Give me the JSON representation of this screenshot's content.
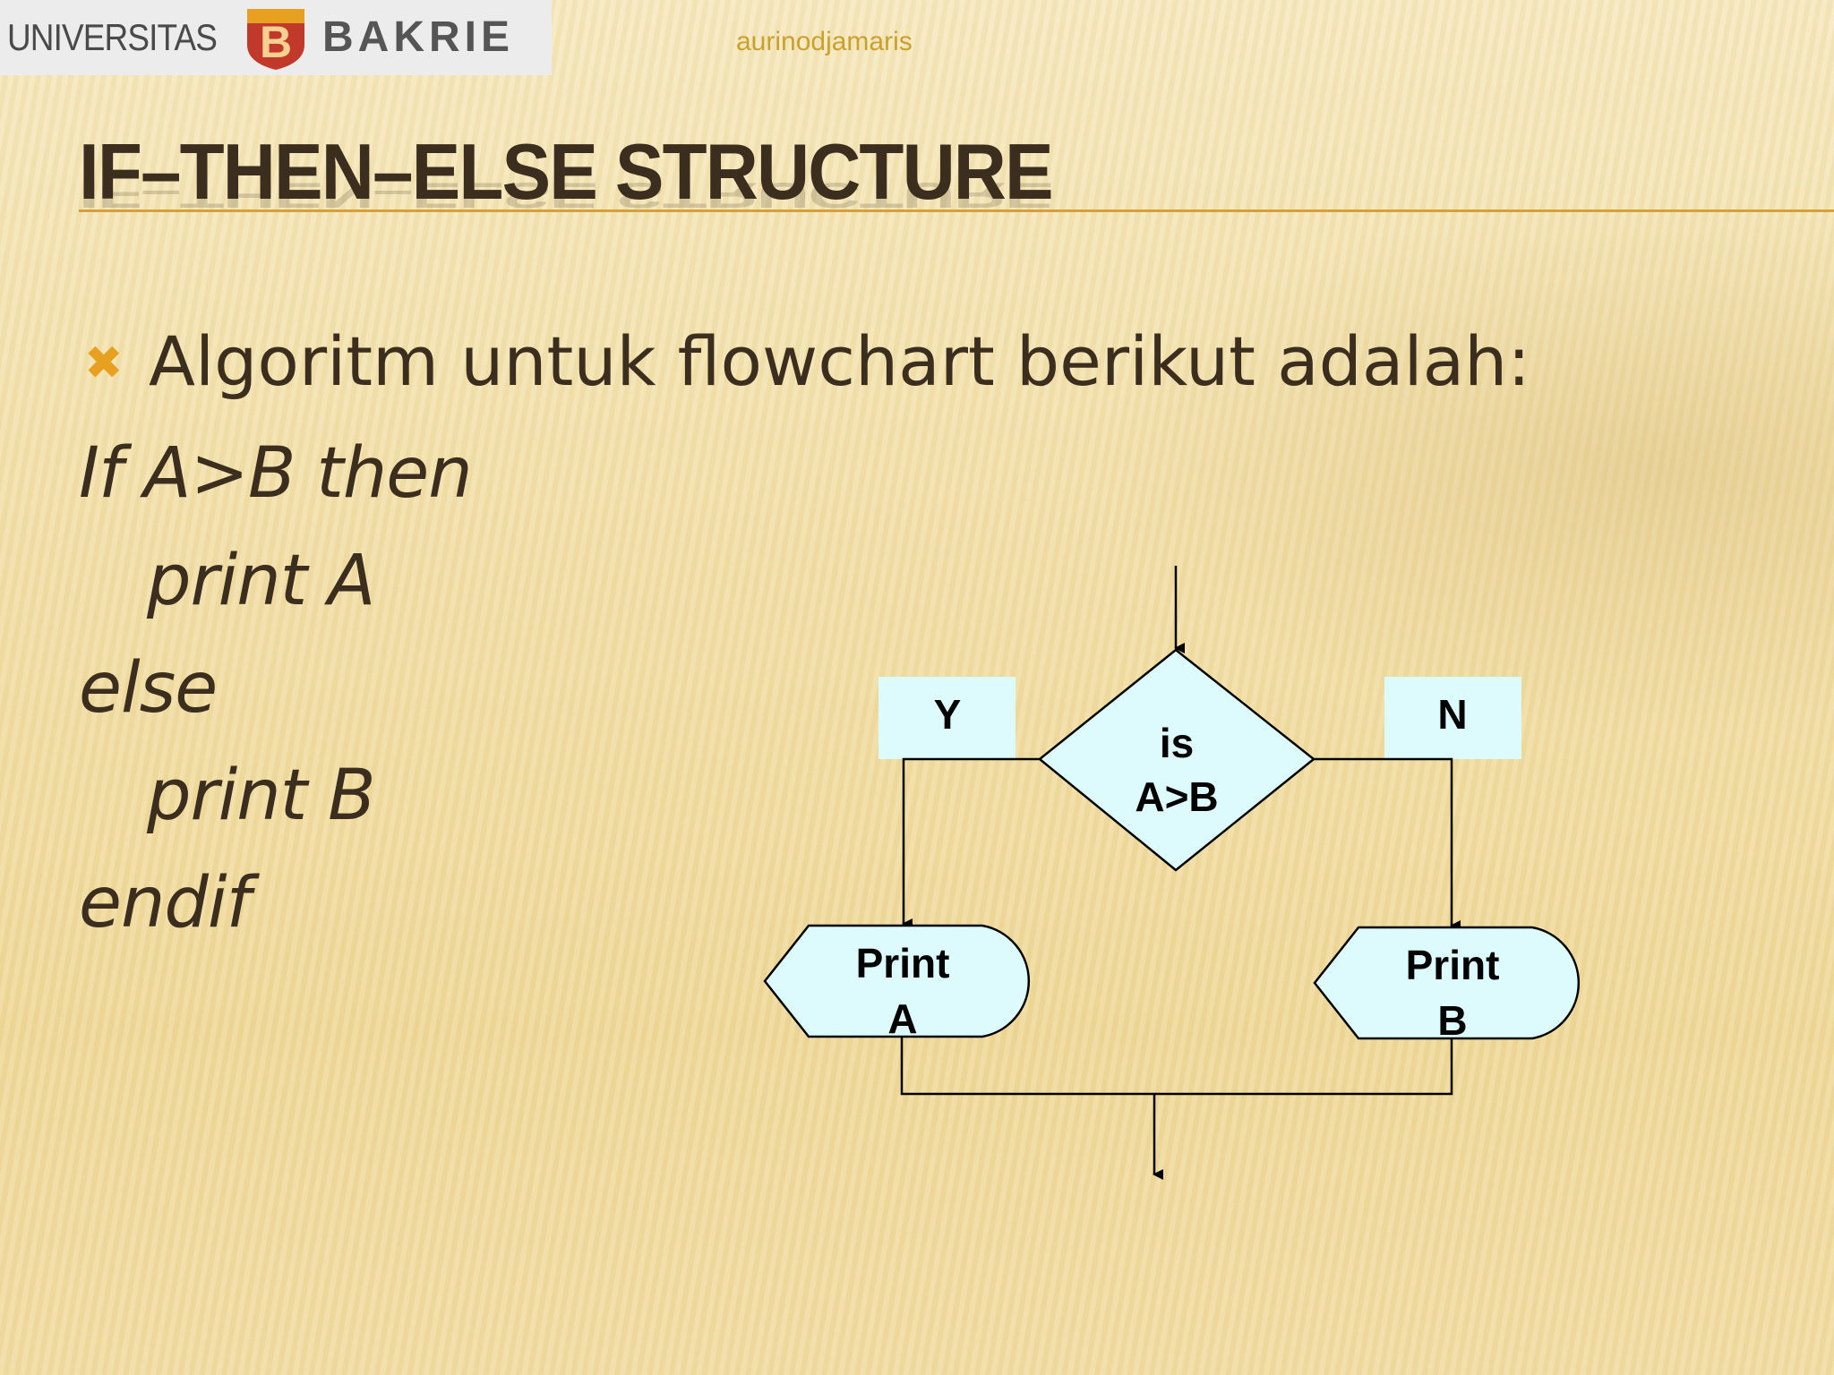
{
  "header": {
    "logo_left": "UNIVERSITAS",
    "logo_right": "BAKRIE",
    "watermark": "aurinodjamaris"
  },
  "slide": {
    "title": "IF–THEN–ELSE STRUCTURE",
    "bullet": "Algoritm untuk flowchart berikut adalah:",
    "code_lines": [
      "If A>B then",
      "print A",
      "else",
      "print B",
      "endif"
    ]
  },
  "flowchart": {
    "decision_line1": "is",
    "decision_line2": "A>B",
    "yes_label": "Y",
    "no_label": "N",
    "left_output_line1": "Print",
    "left_output_line2": "A",
    "right_output_line1": "Print",
    "right_output_line2": "B"
  },
  "colors": {
    "background": "#f2dfa8",
    "title_text": "#3c2e1e",
    "accent_rule": "#d4a23a",
    "bullet": "#e8a020",
    "shape_fill": "#ddfafd",
    "watermark": "#c9a12e"
  },
  "icons": {
    "bullet": "x-mark-icon",
    "logo": "bakrie-b-logo-icon"
  }
}
